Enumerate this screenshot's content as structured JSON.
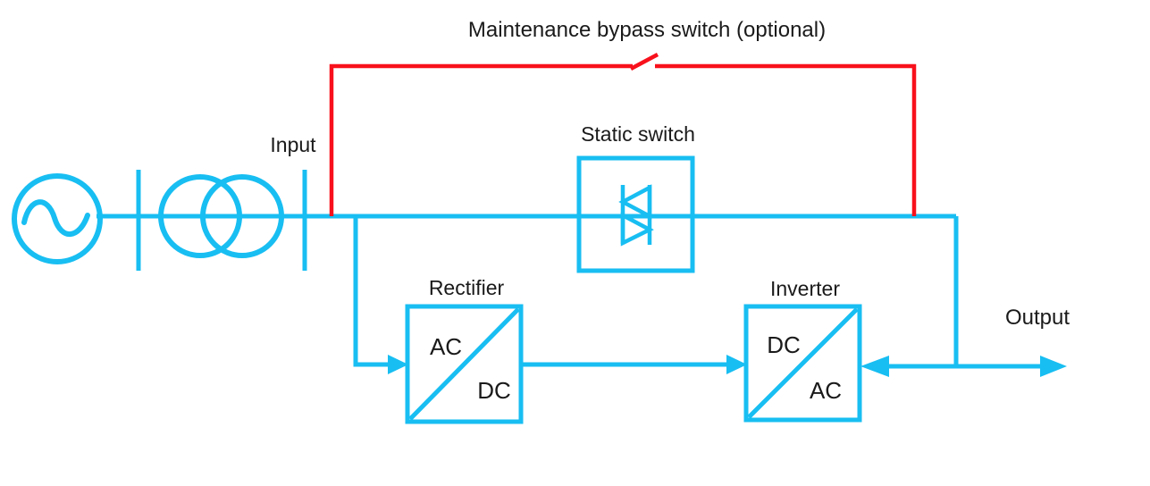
{
  "diagram": {
    "title": "Maintenance bypass switch (optional)",
    "labels": {
      "input": "Input",
      "output": "Output",
      "static_switch": "Static switch",
      "rectifier": "Rectifier",
      "inverter": "Inverter",
      "rectifier_ac": "AC",
      "rectifier_dc": "DC",
      "inverter_dc": "DC",
      "inverter_ac": "AC"
    },
    "icons": {
      "ac_source": "circle-with-sine-wave",
      "transformer": "two-overlapping-circles",
      "isolator": "vertical-bar",
      "static_switch_symbol": "triac-antiparallel-triangles",
      "bypass_switch": "open-knife-switch-blade",
      "flow_arrow": "filled-triangle"
    },
    "colors": {
      "line": "#18bef2",
      "bypass": "#f8111c",
      "text": "#1a1a1a",
      "background": "#ffffff"
    }
  }
}
